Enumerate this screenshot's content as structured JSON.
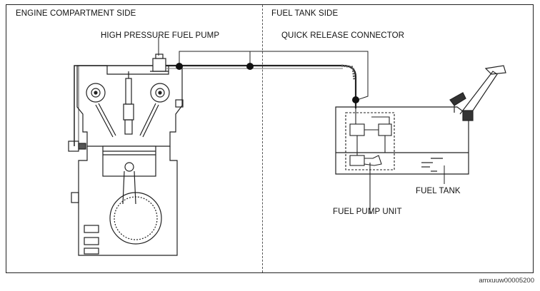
{
  "sections": {
    "engine": "ENGINE COMPARTMENT SIDE",
    "fuel_tank": "FUEL TANK SIDE"
  },
  "labels": {
    "high_pressure_pump": "HIGH PRESSURE FUEL PUMP",
    "quick_release": "QUICK RELEASE CONNECTOR",
    "fuel_tank": "FUEL TANK",
    "fuel_pump_unit": "FUEL PUMP UNIT"
  },
  "doc_id": "amxuuw00005200"
}
